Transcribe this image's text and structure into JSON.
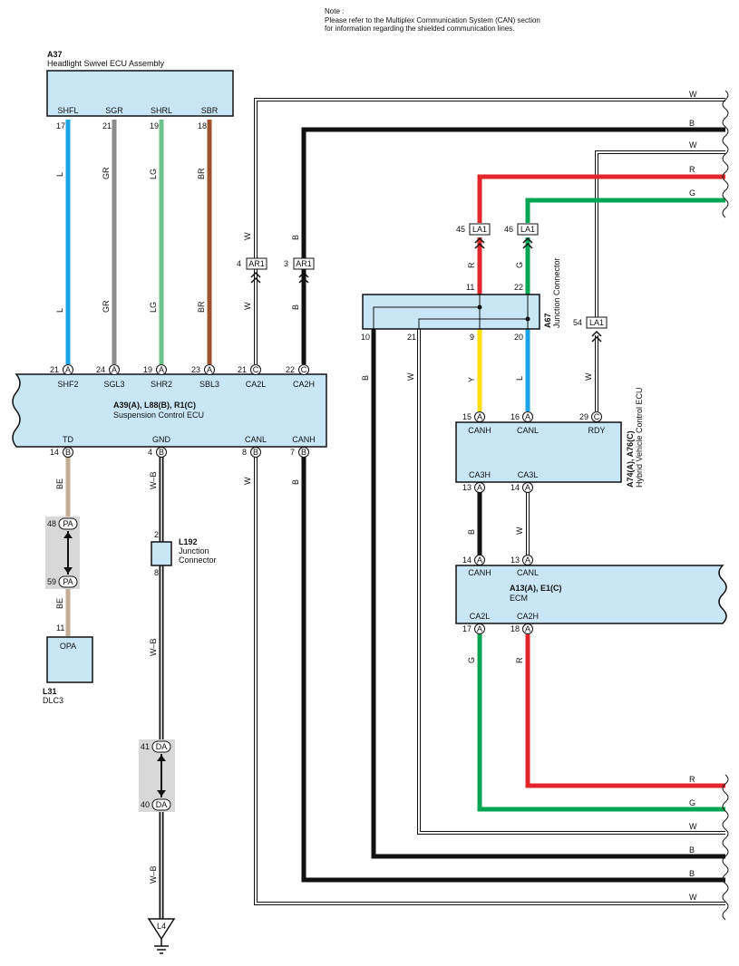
{
  "note": {
    "title": "Note :",
    "line1": "Please refer to the Multiplex Communication System (CAN) section",
    "line2": "for information regarding the shielded communication lines."
  },
  "a37": {
    "code": "A37",
    "name": "Headlight Swivel ECU Assembly",
    "pins": [
      "SHFL",
      "SGR",
      "SHRL",
      "SBR"
    ],
    "pin_numbers": [
      "17",
      "21",
      "19",
      "18"
    ]
  },
  "a39": {
    "code": "A39(A), L88(B), R1(C)",
    "name": "Suspension Control ECU",
    "top_pins": [
      "SHF2",
      "SGL3",
      "SHR2",
      "SBL3",
      "CA2L",
      "CA2H"
    ],
    "top_nums": [
      "21",
      "24",
      "19",
      "23",
      "21",
      "22"
    ],
    "top_conn": [
      "A",
      "A",
      "A",
      "A",
      "C",
      "C"
    ],
    "bottom_pins": [
      "TD",
      "GND",
      "CANL",
      "CANH"
    ],
    "bottom_nums": [
      "14",
      "4",
      "8",
      "7"
    ],
    "bottom_conn": [
      "B",
      "B",
      "B",
      "B"
    ]
  },
  "a67": {
    "code": "A67",
    "name": "Junction Connector",
    "pins": [
      "11",
      "22",
      "10",
      "21",
      "9",
      "20"
    ]
  },
  "a74": {
    "code": "A74(A), A76(C)",
    "name": "Hybrid Vehicle Control ECU",
    "top_pins": [
      "CANH",
      "CANL",
      "RDY"
    ],
    "top_nums": [
      "15",
      "16",
      "29"
    ],
    "top_conn": [
      "A",
      "A",
      "C"
    ],
    "bottom_pins": [
      "CA3H",
      "CA3L"
    ],
    "bottom_nums": [
      "13",
      "14"
    ],
    "bottom_conn": [
      "A",
      "A"
    ]
  },
  "a13": {
    "code": "A13(A), E1(C)",
    "name": "ECM",
    "top_pins": [
      "CANH",
      "CANL"
    ],
    "top_nums": [
      "14",
      "13"
    ],
    "top_conn": [
      "A",
      "A"
    ],
    "bottom_pins": [
      "CA2L",
      "CA2H"
    ],
    "bottom_nums": [
      "17",
      "18"
    ],
    "bottom_conn": [
      "A",
      "A"
    ]
  },
  "l192": {
    "code": "L192",
    "name_line1": "Junction",
    "name_line2": "Connector",
    "pin_top": "2",
    "pin_bottom": "8"
  },
  "l31": {
    "code": "L31",
    "name": "DLC3",
    "pin": "OPA",
    "pin_num": "11"
  },
  "connectors": {
    "ar1": "AR1",
    "ar1_a": "4",
    "ar1_b": "3",
    "la1": "LA1",
    "la1_a": "45",
    "la1_b": "46",
    "la1_c": "54",
    "pa": "PA",
    "pa_a": "48",
    "pa_b": "59",
    "da": "DA",
    "da_a": "41",
    "da_b": "40",
    "ground": "L4"
  },
  "wire_colors": {
    "L": "L",
    "GR": "GR",
    "LG": "LG",
    "BR": "BR",
    "W": "W",
    "B": "B",
    "R": "R",
    "G": "G",
    "Y": "Y",
    "BE": "BE",
    "WB": "W–B"
  },
  "colors": {
    "box_fill": "#c8e6f5",
    "blue": "#1aa3e6",
    "gray": "#8c8c8c",
    "light_green": "#6cc28a",
    "brown": "#a0522d",
    "red": "#e3262b",
    "green": "#00a651",
    "yellow": "#ffe000",
    "beige": "#c4ad95",
    "black": "#111111"
  }
}
